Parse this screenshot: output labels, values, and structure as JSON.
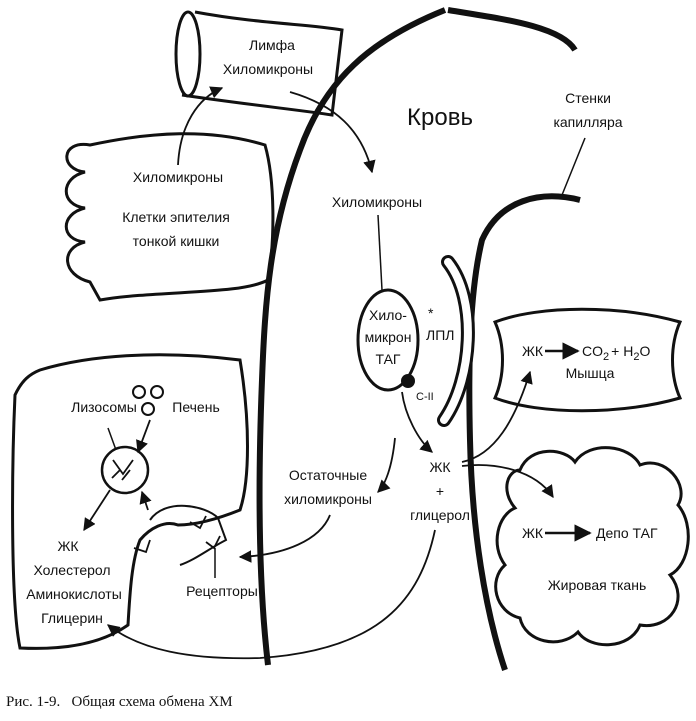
{
  "labels": {
    "lymph_line1": "Лимфа",
    "lymph_line2": "Хиломикроны",
    "intestine_chylo": "Хиломикроны",
    "intestine_cells_line1": "Клетки эпителия",
    "intestine_cells_line2": "тонкой кишки",
    "blood": "Кровь",
    "capillary_line1": "Стенки",
    "capillary_line2": "капилляра",
    "blood_chylo": "Хиломикроны",
    "chylo_tag_line1": "Хило-",
    "chylo_tag_line2": "микрон",
    "chylo_tag_line3": "ТАГ",
    "lpl": "ЛПЛ",
    "lpl_star": "*",
    "apo_c2": "С-II",
    "muscle_fa": "ЖК",
    "muscle_co2": "CO",
    "muscle_co2_sub": "2",
    "muscle_plus": "+ H",
    "muscle_h2o_sub": "2",
    "muscle_o": "O",
    "muscle": "Мышца",
    "hydrolysis_fa": "ЖК",
    "hydrolysis_plus": "+",
    "hydrolysis_glycerol": "глицерол",
    "remnant_line1": "Остаточные",
    "remnant_line2": "хиломикроны",
    "adipose_fa": "ЖК",
    "adipose_depot": "Депо ТАГ",
    "adipose_tissue": "Жировая ткань",
    "lysosomes": "Лизосомы",
    "liver": "Печень",
    "liver_fa": "ЖК",
    "liver_cholesterol": "Холестерол",
    "liver_aminoacids": "Аминокислоты",
    "liver_glycerin": "Глицерин",
    "receptors": "Рецепторы"
  },
  "caption": {
    "number": "Рис. 1-9.",
    "text": "Общая схема обмена ХМ"
  }
}
